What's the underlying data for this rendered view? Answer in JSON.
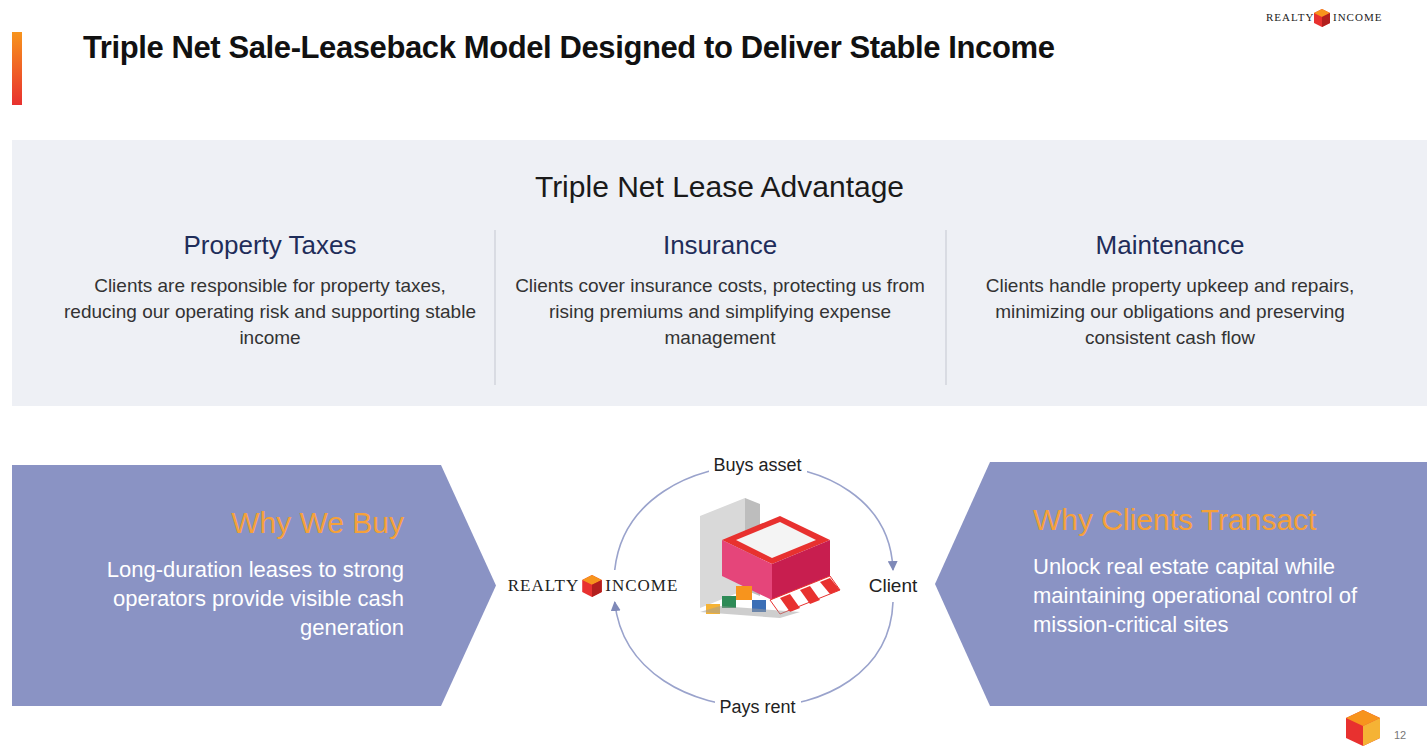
{
  "diagram": {
    "title": "Triple Net Sale-Leaseback Model Designed to Deliver Stable Income",
    "nodes": [
      {
        "text": [
          "Triple Net Lease Advantage"
        ]
      },
      {
        "text": [
          "Property Taxes",
          "Clients are responsible for property taxes, reducing our operating risk and supporting stable income"
        ],
        "in": 0
      },
      {
        "text": [
          "Insurance",
          "Clients cover insurance costs, protecting us from rising premiums and simplifying expense management"
        ],
        "in": 0
      },
      {
        "text": [
          "Maintenance",
          "Clients handle property upkeep and repairs, minimizing our obligations and preserving consistent cash flow"
        ],
        "in": 0
      },
      {
        "text": [
          "Why We Buy",
          "Long-duration leases to strong operators provide visible cash generation"
        ]
      },
      {
        "text": [
          "Why Clients Transact",
          "Unlock real estate capital while maintaining operational control of mission-critical sites"
        ]
      },
      {
        "text": [
          "REALTY",
          "INCOME"
        ]
      },
      {
        "text": [
          "Client"
        ]
      }
    ],
    "edges": [
      {
        "from": 6,
        "to": 7,
        "label": "Buys asset",
        "arrow": "to"
      },
      {
        "from": 7,
        "to": 6,
        "label": "Pays rent",
        "arrow": "to"
      }
    ],
    "labels": [
      "REALTY",
      "INCOME",
      "12"
    ]
  }
}
